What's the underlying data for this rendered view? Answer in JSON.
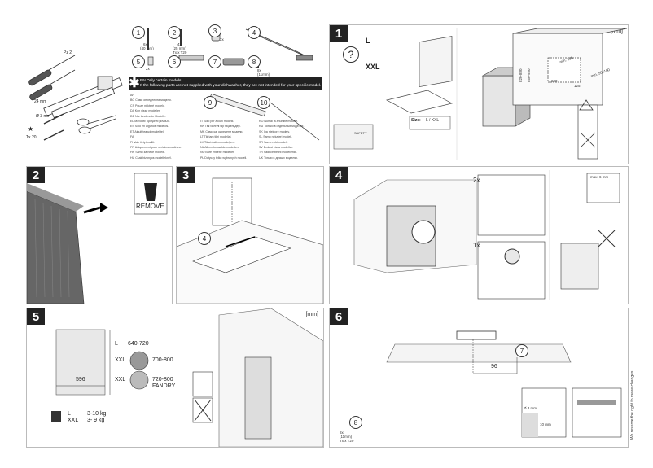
{
  "steps": {
    "s1": "1",
    "s2": "2",
    "s3": "3",
    "s4": "4",
    "s5": "5",
    "s6": "6"
  },
  "tools": {
    "pz2": "Pz 2",
    "ruler": "24 mm",
    "drill": "Ø 3 mm",
    "torx": "Tx 20"
  },
  "parts": [
    {
      "n": "1",
      "q": "6x",
      "s": "(40 mm)"
    },
    {
      "n": "2",
      "q": "4x",
      "s": "(25 mm)",
      "t": "Tx x T20"
    },
    {
      "n": "3",
      "q": "2x",
      "s": ""
    },
    {
      "n": "4",
      "q": "",
      "s": ""
    },
    {
      "n": "5",
      "q": "2x",
      "s": ""
    },
    {
      "n": "6",
      "q": "",
      "s": ""
    },
    {
      "n": "7",
      "q": "",
      "s": ""
    },
    {
      "n": "8",
      "q": "8x",
      "s": "(11mm)",
      "t": "Tx x T20"
    },
    {
      "n": "9",
      "q": "",
      "s": ""
    },
    {
      "n": "10",
      "q": "",
      "s": ""
    }
  ],
  "banner": {
    "line1": "EN Only certain models.",
    "line2": "If the following parts are not supplied with your dishwasher, they are not intended for your specific model."
  },
  "langs_col1": [
    "AR",
    "BG Само определени модели.",
    "CS Pouze některé modely.",
    "DA Kun visse modeller.",
    "DE Nur bestimmte Modelle.",
    "EL Μόνο σε ορισμένα μοντέλα.",
    "ES Solo en algunos modelos.",
    "ET Ainult teatud mudelitel.",
    "FA",
    "FI Vain tietyt mallit.",
    "FR Uniquement pour certains modèles.",
    "HR Samo za neke modele.",
    "HU Csak bizonyos modelleknél."
  ],
  "langs_col2": [
    "IT Solo per alcuni modelli.",
    "KK Тек белгілі бір модельдер.",
    "MK Само кај одредени модели.",
    "LT Tik tam tikri modeliai.",
    "LV Tikai dažiem modeļiem.",
    "NL Alleen bepaalde modellen.",
    "NO Bare enkelte modeller.",
    "PL Dotyczy tylko wybranych modeli."
  ],
  "langs_col3": [
    "RO Numai la anumite modele.",
    "RU Только в отдельных моделях.",
    "SK Iba niektoré modely.",
    "SL Samo nekateri modeli.",
    "SR Samo neki modeli.",
    "SV Endast vissa modeller.",
    "TR Sadece belirli modellerde.",
    "UK Тільки в деяких моделях."
  ],
  "step1": {
    "mm": "[mm]",
    "L": "L",
    "XXL": "XXL",
    "size_label": "Size:",
    "size_val": "L / XXL",
    "safety": "SAFETY",
    "dims": [
      "820-880",
      "850-930",
      "min. 555",
      "600",
      "min. 50x100",
      "125"
    ]
  },
  "step2": {
    "remove": "REMOVE"
  },
  "step4": {
    "twox": "2x",
    "onex": "1x",
    "maxlabel": "max. 6 mm"
  },
  "step5": {
    "mm": "[mm]",
    "L": "L",
    "L_range": "640-720",
    "XXL": "XXL",
    "XXL_range": "700-800",
    "XXL2": "XXL",
    "XXL2_range": "720-800",
    "fandry": "FANDRY",
    "width": "596",
    "wL": "L",
    "wL_val": "3-10 kg",
    "wXXL": "XXL",
    "wXXL_val": "3- 9 kg"
  },
  "step6": {
    "dim96": "96",
    "part7": "7",
    "drill": "Ø 3 mm",
    "depth": "10 mm",
    "part8": "8",
    "part8q": "8x",
    "part8s": "(11mm)",
    "part8t": "Tx x T20"
  },
  "side_note": "We reserve the right to make changes."
}
